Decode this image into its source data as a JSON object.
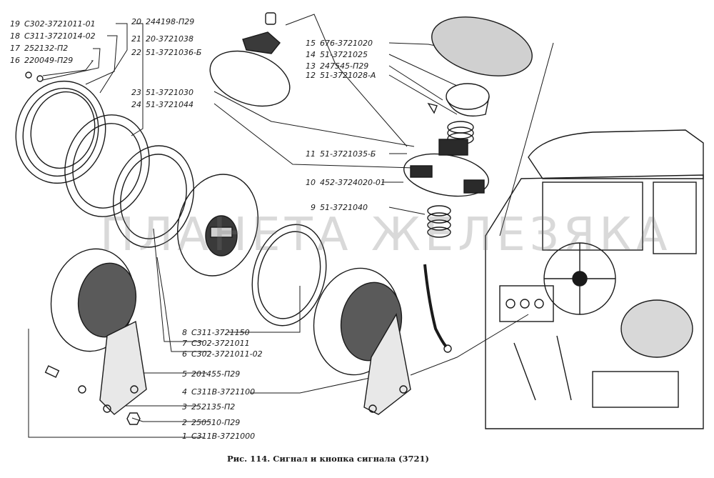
{
  "caption": "Рис. 114. Сигнал и кнопка сигнала (3721)",
  "watermark": "ПЛАНЕТА ЖЕЛЕЗЯКА",
  "callouts": [
    {
      "num": "1",
      "part": "С311В-3721000"
    },
    {
      "num": "2",
      "part": "250510-П29"
    },
    {
      "num": "3",
      "part": "252135-П2"
    },
    {
      "num": "4",
      "part": "С311В-3721100"
    },
    {
      "num": "5",
      "part": "201455-П29"
    },
    {
      "num": "6",
      "part": "С302-3721011-02"
    },
    {
      "num": "7",
      "part": "С302-3721011"
    },
    {
      "num": "8",
      "part": "С311-3721150"
    },
    {
      "num": "9",
      "part": "51-3721040"
    },
    {
      "num": "10",
      "part": "452-3724020-01"
    },
    {
      "num": "11",
      "part": "51-3721035-Б"
    },
    {
      "num": "12",
      "part": "51-3721028-А"
    },
    {
      "num": "13",
      "part": "247545-П29"
    },
    {
      "num": "14",
      "part": "51-3721025"
    },
    {
      "num": "15",
      "part": "676-3721020"
    },
    {
      "num": "16",
      "part": "220049-П29"
    },
    {
      "num": "17",
      "part": "252132-П2"
    },
    {
      "num": "18",
      "part": "С311-3721014-02"
    },
    {
      "num": "19",
      "part": "С302-3721011-01"
    },
    {
      "num": "20",
      "part": "244198-П29"
    },
    {
      "num": "21",
      "part": "20-3721038"
    },
    {
      "num": "22",
      "part": "51-3721036-Б"
    },
    {
      "num": "23",
      "part": "51-3721030"
    },
    {
      "num": "24",
      "part": "51-3721044"
    }
  ]
}
